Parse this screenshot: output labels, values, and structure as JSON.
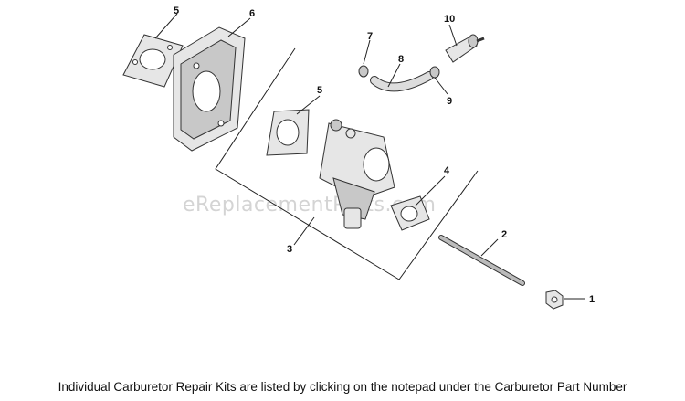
{
  "watermark": "eReplacementParts.com",
  "callouts": [
    {
      "id": "1",
      "label": "1"
    },
    {
      "id": "2",
      "label": "2"
    },
    {
      "id": "3",
      "label": "3"
    },
    {
      "id": "4",
      "label": "4"
    },
    {
      "id": "5a",
      "label": "5"
    },
    {
      "id": "5b",
      "label": "5"
    },
    {
      "id": "6",
      "label": "6"
    },
    {
      "id": "7",
      "label": "7"
    },
    {
      "id": "8",
      "label": "8"
    },
    {
      "id": "9",
      "label": "9"
    },
    {
      "id": "10",
      "label": "10"
    }
  ],
  "footer": "Individual Carburetor Repair Kits are listed by clicking on the notepad under the Carburetor Part Number"
}
